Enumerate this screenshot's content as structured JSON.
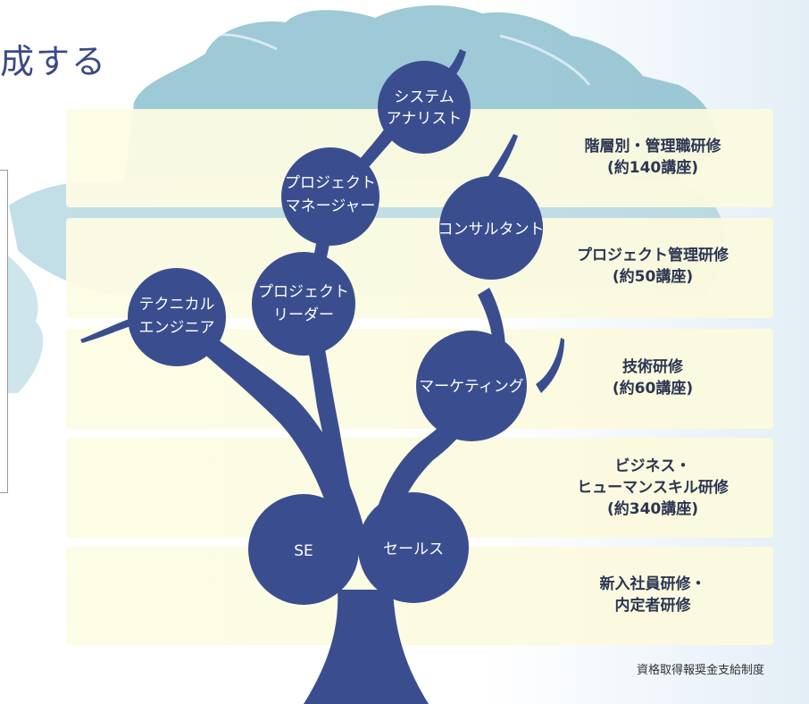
{
  "heading": "成する",
  "tiers": [
    {
      "lines": [
        "階層別・管理職研修",
        "(約140講座)"
      ]
    },
    {
      "lines": [
        "プロジェクト管理研修",
        "(約50講座)"
      ]
    },
    {
      "lines": [
        "技術研修",
        "(約60講座)"
      ]
    },
    {
      "lines": [
        "ビジネス・",
        "ヒューマンスキル研修",
        "(約340講座)"
      ]
    },
    {
      "lines": [
        "新入社員研修・",
        "内定者研修"
      ]
    }
  ],
  "nodes": {
    "system_analyst": [
      "システム",
      "アナリスト"
    ],
    "project_manager": [
      "プロジェクト",
      "マネージャー"
    ],
    "consultant": [
      "コンサルタント"
    ],
    "technical_engineer": [
      "テクニカル",
      "エンジニア"
    ],
    "project_leader": [
      "プロジェクト",
      "リーダー"
    ],
    "marketing": [
      "マーケティング"
    ],
    "se": [
      "SE"
    ],
    "sales": [
      "セールス"
    ]
  },
  "note": "資格取得報奨金支給制度",
  "colors": {
    "tree": "#3a4e8f",
    "canopy": "#8dc0cf",
    "band": "#fcfbe1",
    "text": "#2c3552"
  }
}
